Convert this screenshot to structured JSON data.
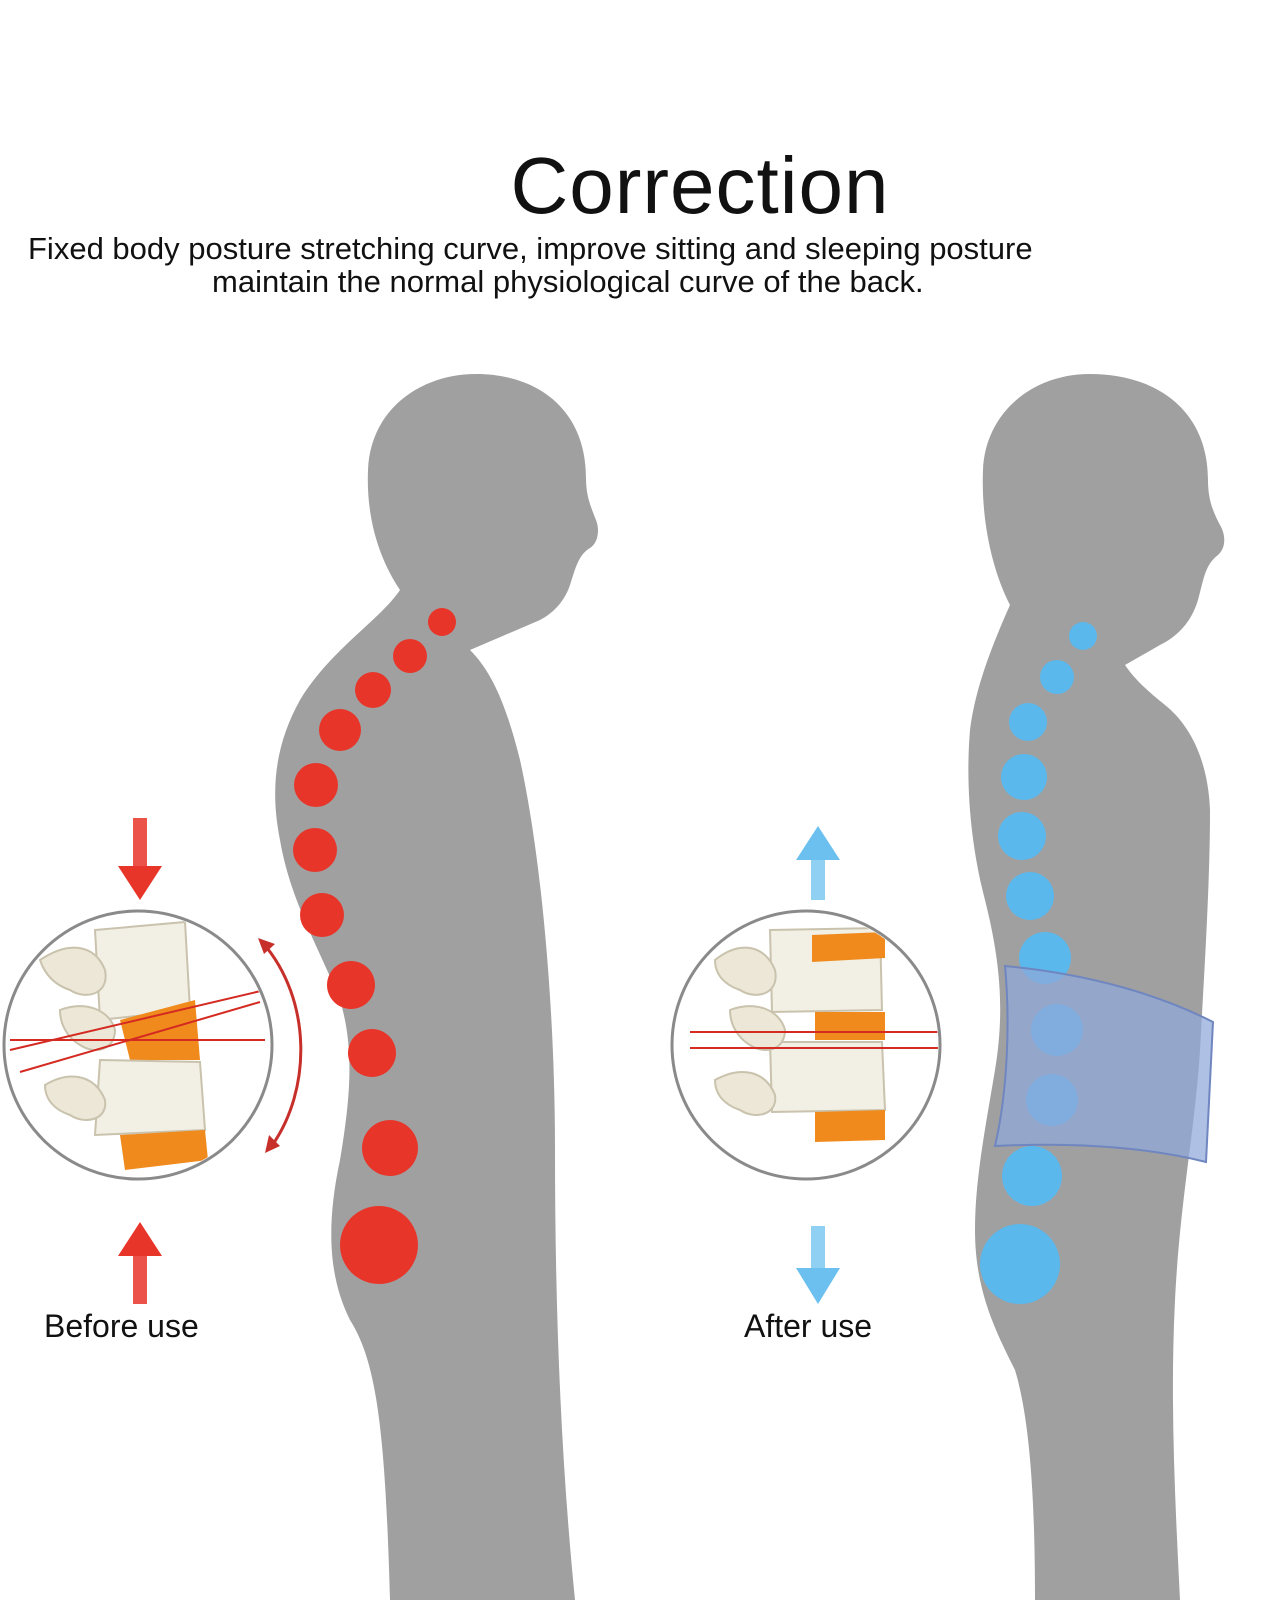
{
  "title": "Correction",
  "subtitle": {
    "line1": "Fixed body posture stretching curve, improve sitting and sleeping posture",
    "line2": "maintain the normal physiological curve of the back."
  },
  "before": {
    "label": "Before use",
    "color": "#e8352a",
    "arrow_color": "#e8352a"
  },
  "after": {
    "label": "After use",
    "color": "#5bb8ec",
    "arrow_color": "#6cc0ef"
  },
  "colors": {
    "silhouette": "#a0a0a0",
    "brace": "#8fa8d8",
    "disc": "#f08a1c",
    "bone": "#f2efe4"
  },
  "icons": {
    "down_arrow": "arrow-down-icon",
    "up_arrow": "arrow-up-icon",
    "curved_arrow": "curved-double-arrow-icon"
  }
}
